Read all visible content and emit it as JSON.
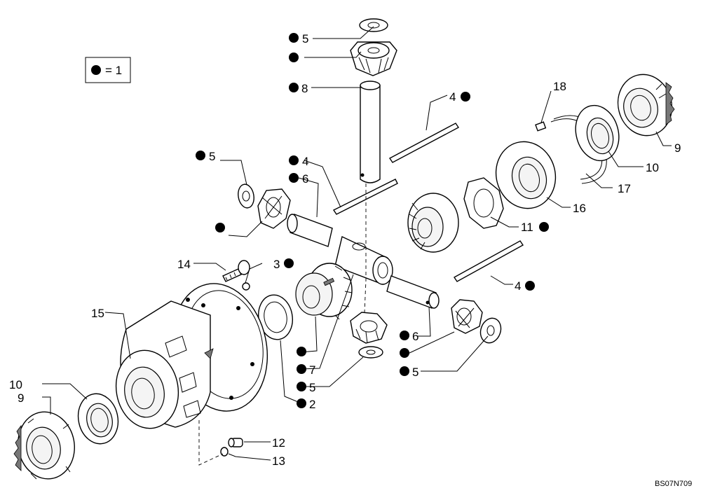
{
  "legend": {
    "text": "= 1"
  },
  "drawing_code": "BS07N709",
  "callouts": [
    {
      "number": "5",
      "marked": true,
      "ref": "c1"
    },
    {
      "number": "",
      "marked": true,
      "ref": "c2"
    },
    {
      "number": "8",
      "marked": true,
      "ref": "c3"
    },
    {
      "number": "4",
      "marked": true,
      "ref": "c4"
    },
    {
      "number": "18",
      "marked": false,
      "ref": "c5"
    },
    {
      "number": "9",
      "marked": false,
      "ref": "c6"
    },
    {
      "number": "10",
      "marked": false,
      "ref": "c7"
    },
    {
      "number": "17",
      "marked": false,
      "ref": "c8"
    },
    {
      "number": "16",
      "marked": false,
      "ref": "c9"
    },
    {
      "number": "11",
      "marked": true,
      "ref": "c10"
    },
    {
      "number": "5",
      "marked": true,
      "ref": "c11"
    },
    {
      "number": "4",
      "marked": true,
      "ref": "c12"
    },
    {
      "number": "6",
      "marked": true,
      "ref": "c13"
    },
    {
      "number": "",
      "marked": true,
      "ref": "c14"
    },
    {
      "number": "14",
      "marked": false,
      "ref": "c15"
    },
    {
      "number": "3",
      "marked": true,
      "ref": "c16"
    },
    {
      "number": "4",
      "marked": true,
      "ref": "c17"
    },
    {
      "number": "15",
      "marked": false,
      "ref": "c18"
    },
    {
      "number": "6",
      "marked": true,
      "ref": "c19"
    },
    {
      "number": "",
      "marked": true,
      "ref": "c20"
    },
    {
      "number": "5",
      "marked": true,
      "ref": "c21"
    },
    {
      "number": "",
      "marked": true,
      "ref": "c22"
    },
    {
      "number": "7",
      "marked": true,
      "ref": "c23"
    },
    {
      "number": "5",
      "marked": true,
      "ref": "c24"
    },
    {
      "number": "2",
      "marked": true,
      "ref": "c25"
    },
    {
      "number": "10",
      "marked": false,
      "ref": "c26"
    },
    {
      "number": "9",
      "marked": false,
      "ref": "c27"
    },
    {
      "number": "12",
      "marked": false,
      "ref": "c28"
    },
    {
      "number": "13",
      "marked": false,
      "ref": "c29"
    }
  ]
}
